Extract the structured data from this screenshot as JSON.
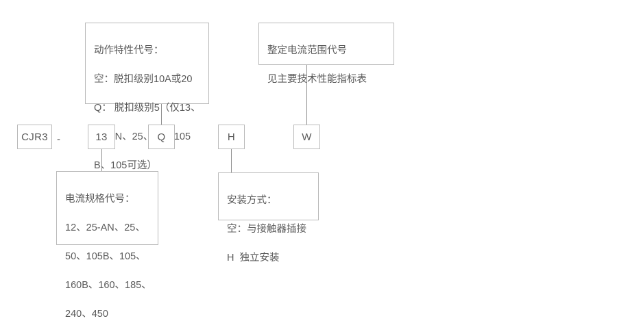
{
  "diagram": {
    "type": "product-model-code-breakdown",
    "model_row": {
      "segments": [
        {
          "id": "series",
          "label": "CJR3"
        },
        {
          "id": "separator",
          "label": "-"
        },
        {
          "id": "current-spec",
          "label": "13"
        },
        {
          "id": "action-char",
          "label": "Q"
        },
        {
          "id": "mounting",
          "label": "H"
        },
        {
          "id": "setting-range",
          "label": "W"
        }
      ]
    },
    "notes": {
      "action_characteristic": {
        "id": "action-characteristic-note",
        "lines": [
          "动作特性代号：",
          "空：脱扣级别10A或20",
          "Q： 脱扣级别5（仅13、",
          "25-AN、25、50、105",
          "B、105可选）"
        ]
      },
      "setting_current_range": {
        "id": "setting-current-range-note",
        "lines": [
          "整定电流范围代号",
          "见主要技术性能指标表"
        ]
      },
      "current_specification": {
        "id": "current-specification-note",
        "lines": [
          "电流规格代号：",
          "12、25-AN、25、",
          "50、105B、105、",
          "160B、160、185、",
          "240、450"
        ]
      },
      "mounting_method": {
        "id": "mounting-method-note",
        "lines": [
          "安装方式：",
          "空：与接触器插接",
          "H  独立安装"
        ]
      }
    },
    "colors": {
      "border": "#b9b9b9",
      "connector": "#8d8d8d",
      "text": "#5a5a5a",
      "background": "#ffffff"
    }
  }
}
